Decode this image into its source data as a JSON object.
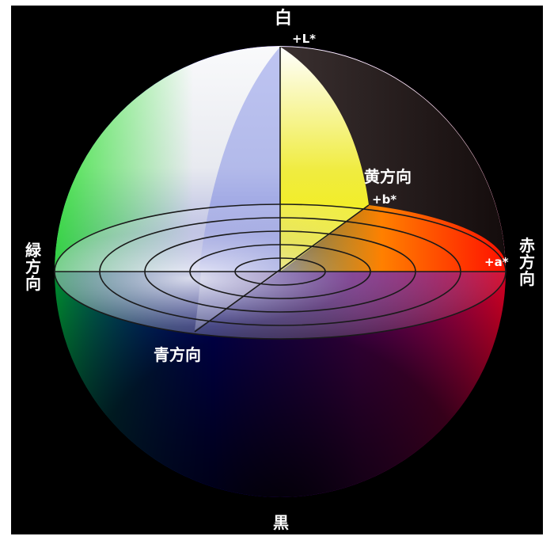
{
  "labels": {
    "white": "白",
    "black": "黒",
    "plus_l": "+L*",
    "plus_a": "+a*",
    "plus_b": "+b*",
    "yellow_direction": "黄方向",
    "blue_direction": "青方向",
    "red_direction": "赤方向",
    "green_direction": "緑方向"
  },
  "colors": {
    "background": "#000000",
    "white": "#ffffff",
    "yellow": "#f5f000",
    "red": "#ff0000",
    "green": "#00d000",
    "blue": "#0000ff",
    "axis_lines": "#1a1a1a",
    "label": "#ffffff"
  },
  "ring_count": 5
}
